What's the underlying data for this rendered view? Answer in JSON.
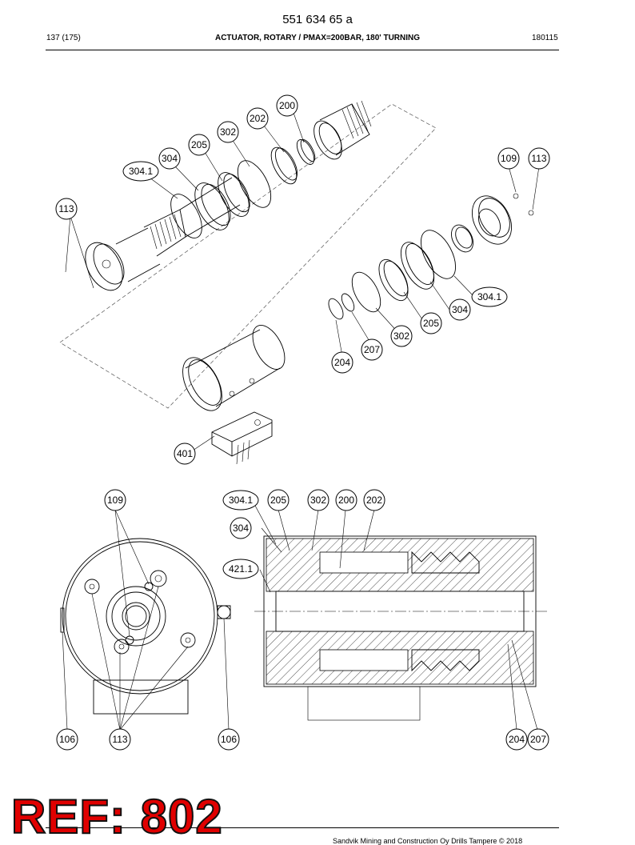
{
  "header": {
    "doc_number": "551 634 65 a",
    "page": "137 (175)",
    "title": "ACTUATOR, ROTARY / PMAX=200BAR, 180' TURNING",
    "code": "180115"
  },
  "callouts": {
    "c200": "200",
    "c202": "202",
    "c302": "302",
    "c205": "205",
    "c304": "304",
    "c3041": "304.1",
    "c113a": "113",
    "c109": "109",
    "c113b": "113",
    "c3041b": "304.1",
    "c304b": "304",
    "c205b": "205",
    "c302b": "302",
    "c207": "207",
    "c204": "204",
    "c401": "401",
    "d109": "109",
    "d3041": "304.1",
    "d205": "205",
    "d302": "302",
    "d200": "200",
    "d202": "202",
    "d304": "304",
    "d4211": "421.1",
    "d106a": "106",
    "d113": "113",
    "d106b": "106",
    "d204": "204",
    "d207": "207"
  },
  "stamp": {
    "text": "REF: 802",
    "color": "#e00000"
  },
  "footer": {
    "text": "Sandvik Mining and Construction Oy Drills Tampere © 2018"
  }
}
